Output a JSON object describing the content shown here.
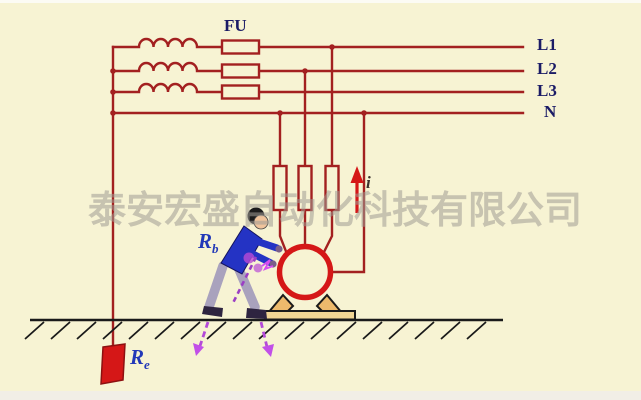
{
  "watermark": "泰安宏盛自动化科技有限公司",
  "labels": {
    "fuse_group": "FU",
    "line1": "L1",
    "line2": "L2",
    "line3": "L3",
    "neutral": "N",
    "fault_current": "i",
    "body_resistance_main": "R",
    "body_resistance_sub": "b",
    "earth_resistance_main": "R",
    "earth_resistance_sub": "e"
  },
  "colors": {
    "background": "#f7f3d3",
    "circuit": "#a32020",
    "accent_red": "#d51717",
    "label_navy": "#1b1b66",
    "label_blue": "#2238b8",
    "watermark_gray": "#a09c94",
    "ground_black": "#1a1a1a",
    "jacket_blue": "#2433c4",
    "pants_gray": "#a9a2bd",
    "mount_tan": "#f2d694",
    "shock_purple": "#b84ad6"
  }
}
